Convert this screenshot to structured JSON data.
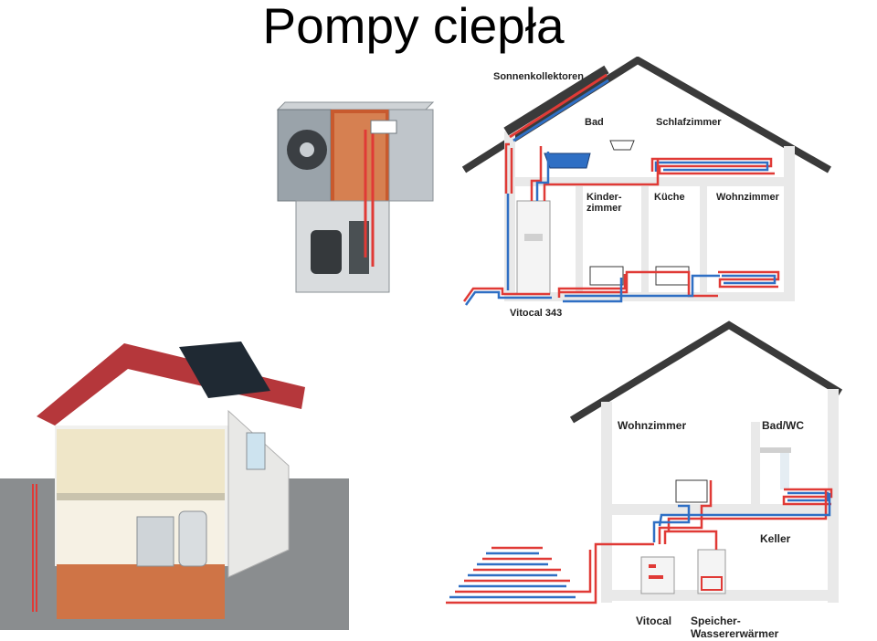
{
  "slide": {
    "title": "Pompy ciepła"
  },
  "colors": {
    "supply_red": "#e03a36",
    "return_blue": "#2f6fc4",
    "house_outline": "#3a3a3a",
    "wall": "#e9e9e9"
  },
  "diagram_top": {
    "collectors": "Sonnenkollektoren",
    "rooms": [
      "Bad",
      "Schlafzimmer",
      "Kinder-",
      "zimmer",
      "Küche",
      "Wohnzimmer"
    ],
    "unit": "Vitocal 343"
  },
  "diagram_bottom": {
    "rooms": [
      "Wohnzimmer",
      "Bad/WC",
      "Keller"
    ],
    "units": [
      "Vitocal",
      "Speicher-",
      "Wassererwärmer"
    ]
  }
}
